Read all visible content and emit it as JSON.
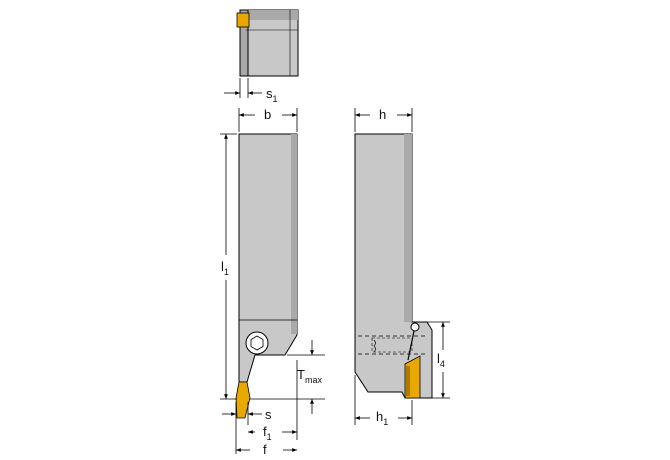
{
  "colors": {
    "body_light": "#c8c8c8",
    "body_mid": "#a9a9a9",
    "body_dark": "#6f6f6f",
    "insert": "#e8a800",
    "insert_dark": "#b07a00",
    "line": "#000000"
  },
  "labels": {
    "s1": {
      "main": "s",
      "sub": "1"
    },
    "b": {
      "main": "b",
      "sub": ""
    },
    "h": {
      "main": "h",
      "sub": ""
    },
    "l1": {
      "main": "l",
      "sub": "1"
    },
    "tmax": {
      "main": "T",
      "sub": "max"
    },
    "s": {
      "main": "s",
      "sub": ""
    },
    "f1": {
      "main": "f",
      "sub": "1"
    },
    "f": {
      "main": "f",
      "sub": ""
    },
    "h1": {
      "main": "h",
      "sub": "1"
    },
    "l4": {
      "main": "l",
      "sub": "4"
    }
  }
}
